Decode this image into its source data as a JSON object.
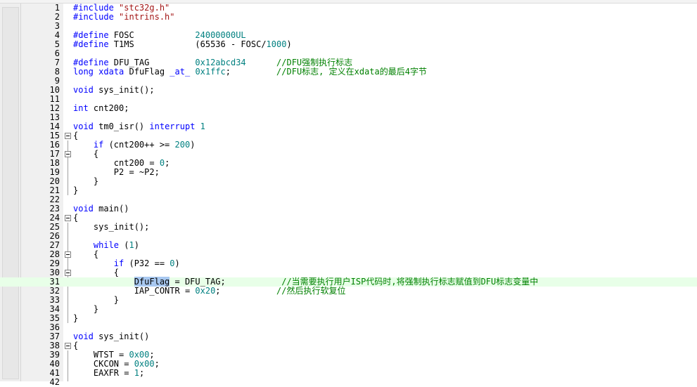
{
  "editor": {
    "lines": [
      {
        "n": "1",
        "fold": false,
        "tokens": [
          [
            "kw",
            "#include"
          ],
          [
            "",
            "",
            " "
          ],
          [
            "str",
            "\"stc32g.h\""
          ]
        ]
      },
      {
        "n": "2",
        "fold": false,
        "tokens": [
          [
            "kw",
            "#include"
          ],
          [
            "",
            "",
            " "
          ],
          [
            "str",
            "\"intrins.h\""
          ]
        ]
      },
      {
        "n": "3",
        "fold": false,
        "tokens": []
      },
      {
        "n": "4",
        "fold": false,
        "tokens": [
          [
            "kw",
            "#define"
          ],
          [
            "",
            " FOSC            "
          ],
          [
            "num",
            "24000000UL"
          ]
        ]
      },
      {
        "n": "5",
        "fold": false,
        "tokens": [
          [
            "kw",
            "#define"
          ],
          [
            "",
            " T1MS            (65536 - FOSC/"
          ],
          [
            "num",
            "1000"
          ],
          [
            "",
            ")"
          ]
        ]
      },
      {
        "n": "6",
        "fold": false,
        "tokens": []
      },
      {
        "n": "7",
        "fold": false,
        "tokens": [
          [
            "kw",
            "#define"
          ],
          [
            "",
            " DFU_TAG         "
          ],
          [
            "num",
            "0x12abcd34"
          ],
          [
            "",
            "      "
          ],
          [
            "cmt",
            "//DFU强制执行标志"
          ]
        ]
      },
      {
        "n": "8",
        "fold": false,
        "tokens": [
          [
            "kw",
            "long"
          ],
          [
            "",
            " "
          ],
          [
            "kw",
            "xdata"
          ],
          [
            "",
            " DfuFlag "
          ],
          [
            "kw",
            "_at_"
          ],
          [
            "",
            " "
          ],
          [
            "num",
            "0x1ffc"
          ],
          [
            "",
            ";         "
          ],
          [
            "cmt",
            "//DFU标志, 定义在xdata的最后4字节"
          ]
        ]
      },
      {
        "n": "9",
        "fold": false,
        "tokens": []
      },
      {
        "n": "10",
        "fold": false,
        "tokens": [
          [
            "kw",
            "void"
          ],
          [
            "",
            " sys_init();"
          ]
        ]
      },
      {
        "n": "11",
        "fold": false,
        "tokens": []
      },
      {
        "n": "12",
        "fold": false,
        "tokens": [
          [
            "kw",
            "int"
          ],
          [
            "",
            " cnt200;"
          ]
        ]
      },
      {
        "n": "13",
        "fold": false,
        "tokens": []
      },
      {
        "n": "14",
        "fold": false,
        "tokens": [
          [
            "kw",
            "void"
          ],
          [
            "",
            " tm0_isr() "
          ],
          [
            "kw",
            "interrupt"
          ],
          [
            "",
            " "
          ],
          [
            "num",
            "1"
          ]
        ]
      },
      {
        "n": "15",
        "fold": true,
        "tokens": [
          [
            "",
            "{"
          ]
        ]
      },
      {
        "n": "16",
        "fold": false,
        "tokens": [
          [
            "",
            "    "
          ],
          [
            "kw",
            "if"
          ],
          [
            "",
            " (cnt200++ >= "
          ],
          [
            "num",
            "200"
          ],
          [
            "",
            ")"
          ]
        ]
      },
      {
        "n": "17",
        "fold": true,
        "tokens": [
          [
            "",
            "    {"
          ]
        ]
      },
      {
        "n": "18",
        "fold": false,
        "tokens": [
          [
            "",
            "        cnt200 = "
          ],
          [
            "num",
            "0"
          ],
          [
            "",
            ";"
          ]
        ]
      },
      {
        "n": "19",
        "fold": false,
        "tokens": [
          [
            "",
            "        P2 = ~P2;"
          ]
        ]
      },
      {
        "n": "20",
        "fold": false,
        "tokens": [
          [
            "",
            "    }"
          ]
        ]
      },
      {
        "n": "21",
        "fold": false,
        "tokens": [
          [
            "",
            "}"
          ]
        ]
      },
      {
        "n": "22",
        "fold": false,
        "tokens": []
      },
      {
        "n": "23",
        "fold": false,
        "tokens": [
          [
            "kw",
            "void"
          ],
          [
            "",
            " main()"
          ]
        ]
      },
      {
        "n": "24",
        "fold": true,
        "tokens": [
          [
            "",
            "{"
          ]
        ]
      },
      {
        "n": "25",
        "fold": false,
        "tokens": [
          [
            "",
            "    sys_init();"
          ]
        ]
      },
      {
        "n": "26",
        "fold": false,
        "tokens": []
      },
      {
        "n": "27",
        "fold": false,
        "tokens": [
          [
            "",
            "    "
          ],
          [
            "kw",
            "while"
          ],
          [
            "",
            " ("
          ],
          [
            "num",
            "1"
          ],
          [
            "",
            ")"
          ]
        ]
      },
      {
        "n": "28",
        "fold": true,
        "tokens": [
          [
            "",
            "    {"
          ]
        ]
      },
      {
        "n": "29",
        "fold": false,
        "tokens": [
          [
            "",
            "        "
          ],
          [
            "kw",
            "if"
          ],
          [
            "",
            " (P32 == "
          ],
          [
            "num",
            "0"
          ],
          [
            "",
            ")"
          ]
        ]
      },
      {
        "n": "30",
        "fold": true,
        "tokens": [
          [
            "",
            "        {"
          ]
        ]
      },
      {
        "n": "31",
        "fold": false,
        "cur": true,
        "tokens": [
          [
            "",
            "            "
          ],
          [
            "sel",
            "DfuFlag"
          ],
          [
            "",
            " = DFU_TAG;           "
          ],
          [
            "cmt",
            "//当需要执行用户ISP代码时,将强制执行标志赋值到DFU标志变量中"
          ]
        ]
      },
      {
        "n": "32",
        "fold": false,
        "tokens": [
          [
            "",
            "            IAP_CONTR = "
          ],
          [
            "num",
            "0x20"
          ],
          [
            "",
            ";           "
          ],
          [
            "cmt",
            "//然后执行软复位"
          ]
        ]
      },
      {
        "n": "33",
        "fold": false,
        "tokens": [
          [
            "",
            "        }"
          ]
        ]
      },
      {
        "n": "34",
        "fold": false,
        "tokens": [
          [
            "",
            "    }"
          ]
        ]
      },
      {
        "n": "35",
        "fold": false,
        "tokens": [
          [
            "",
            "}"
          ]
        ]
      },
      {
        "n": "36",
        "fold": false,
        "tokens": []
      },
      {
        "n": "37",
        "fold": false,
        "tokens": [
          [
            "kw",
            "void"
          ],
          [
            "",
            " sys_init()"
          ]
        ]
      },
      {
        "n": "38",
        "fold": true,
        "tokens": [
          [
            "",
            "{"
          ]
        ]
      },
      {
        "n": "39",
        "fold": false,
        "tokens": [
          [
            "",
            "    WTST = "
          ],
          [
            "num",
            "0x00"
          ],
          [
            "",
            ";"
          ]
        ]
      },
      {
        "n": "40",
        "fold": false,
        "tokens": [
          [
            "",
            "    CKCON = "
          ],
          [
            "num",
            "0x00"
          ],
          [
            "",
            ";"
          ]
        ]
      },
      {
        "n": "41",
        "fold": false,
        "tokens": [
          [
            "",
            "    EAXFR = "
          ],
          [
            "num",
            "1"
          ],
          [
            "",
            ";"
          ]
        ]
      },
      {
        "n": "42",
        "fold": false,
        "tokens": []
      }
    ]
  }
}
